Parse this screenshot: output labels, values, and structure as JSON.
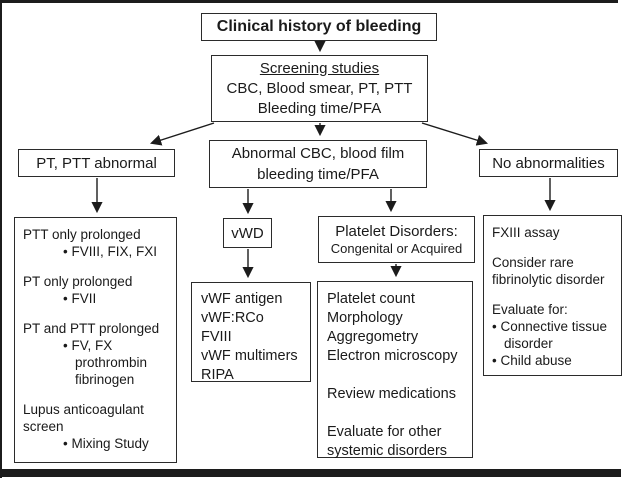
{
  "flowchart": {
    "title": "Clinical history of bleeding",
    "screening": {
      "heading": "Screening studies",
      "line1": "CBC, Blood smear, PT, PTT",
      "line2": "Bleeding time/PFA"
    },
    "branch_left": "PT, PTT abnormal",
    "branch_middle": {
      "line1": "Abnormal CBC, blood film",
      "line2": "bleeding time/PFA"
    },
    "branch_right": "No abnormalities",
    "coag_panel": {
      "lines": [
        "PTT only prolonged",
        "• FVIII, FIX, FXI",
        "PT only prolonged",
        "• FVII",
        "PT and PTT prolonged",
        "• FV, FX",
        "prothrombin",
        "fibrinogen",
        "Lupus anticoagulant screen",
        "• Mixing Study"
      ]
    },
    "vwd": {
      "label": "vWD",
      "tests": [
        "vWF antigen",
        "vWF:RCo",
        "FVIII",
        "vWF multimers",
        "RIPA"
      ]
    },
    "platelet": {
      "title": "Platelet Disorders:",
      "subtitle": "Congenital or Acquired",
      "workup": [
        "Platelet count",
        "Morphology",
        "Aggregometry",
        "Electron microscopy",
        "Review medications",
        "Evaluate for other systemic disorders"
      ]
    },
    "fxiii_panel": {
      "line1": "FXIII assay",
      "line2": "Consider rare fibrinolytic disorder",
      "line3": "Evaluate for:",
      "bullets": [
        "• Connective tissue disorder",
        "• Child abuse"
      ]
    },
    "colors": {
      "ink": "#1c1c1c",
      "background": "#ffffff"
    }
  }
}
